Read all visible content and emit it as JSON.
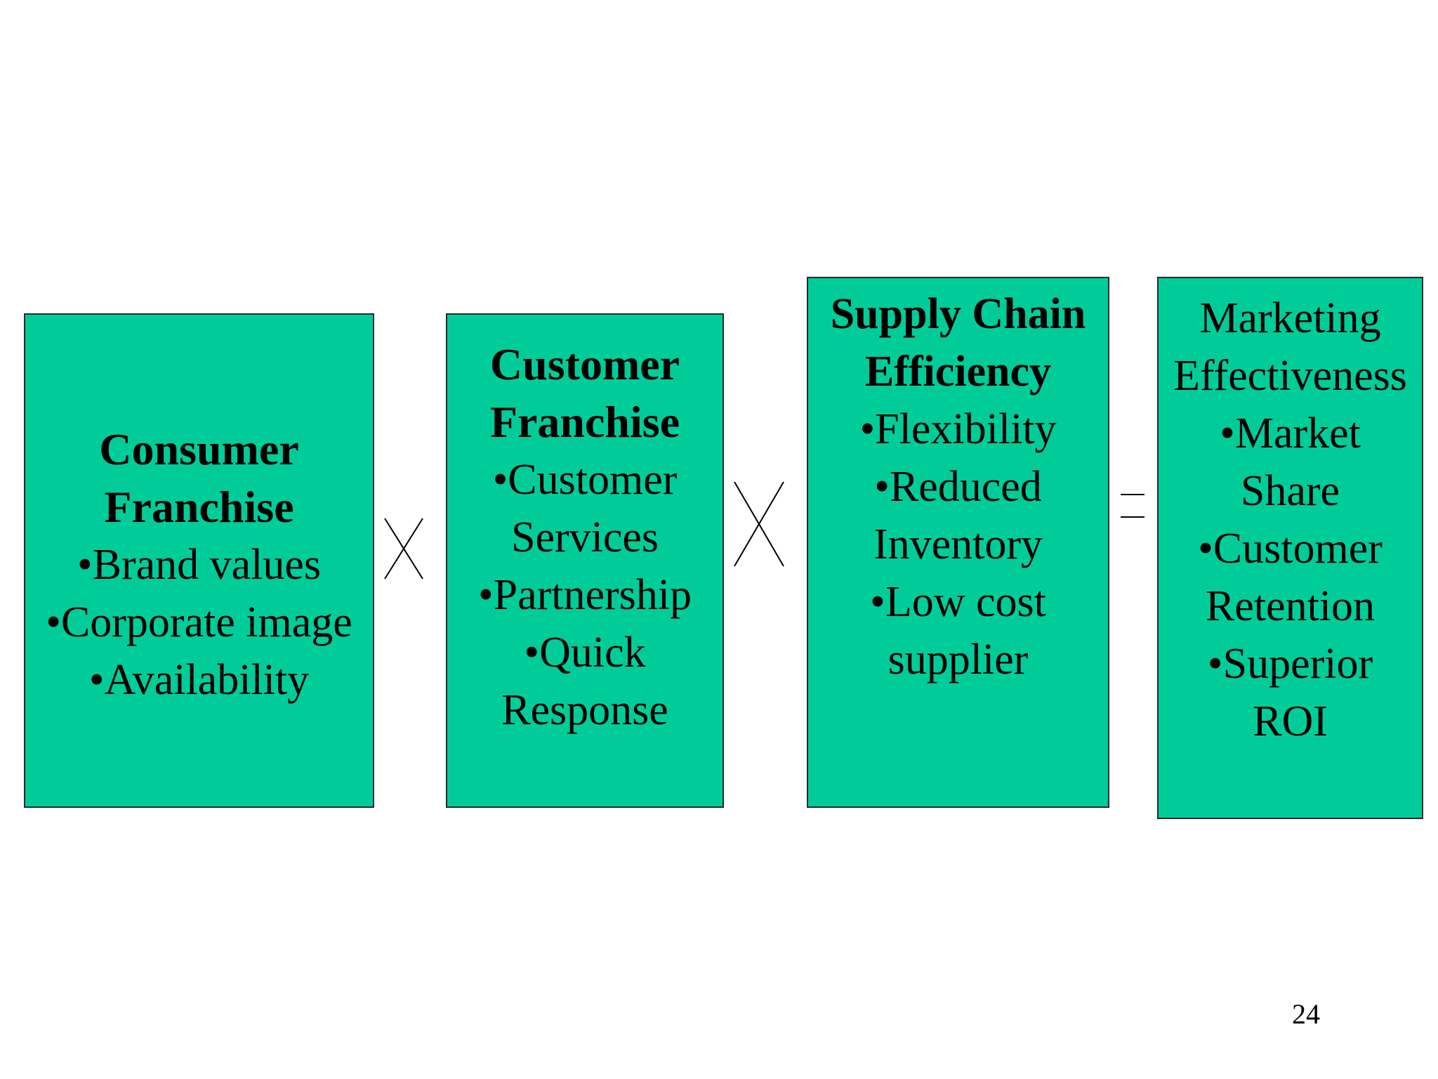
{
  "boxes": {
    "consumer": {
      "title_lines": [
        "Consumer",
        "Franchise"
      ],
      "items": [
        "•Brand values",
        "•Corporate image",
        "•Availability"
      ]
    },
    "customer": {
      "title_lines": [
        "Customer",
        "Franchise"
      ],
      "items": [
        "•Customer",
        "Services",
        "•Partnership",
        "•Quick",
        "Response"
      ]
    },
    "supply": {
      "title_lines": [
        "Supply Chain",
        "Efficiency"
      ],
      "items": [
        "•Flexibility",
        "•Reduced",
        "Inventory",
        "•Low cost",
        "supplier"
      ]
    },
    "marketing": {
      "lines": [
        "Marketing",
        "Effectiveness",
        "•Market",
        "Share",
        "•Customer",
        "Retention",
        "•Superior",
        "ROI"
      ]
    }
  },
  "slide_number": "24",
  "colors": {
    "box_fill": "#00cc99",
    "box_border": "#2a2a2a",
    "text": "#000000"
  }
}
